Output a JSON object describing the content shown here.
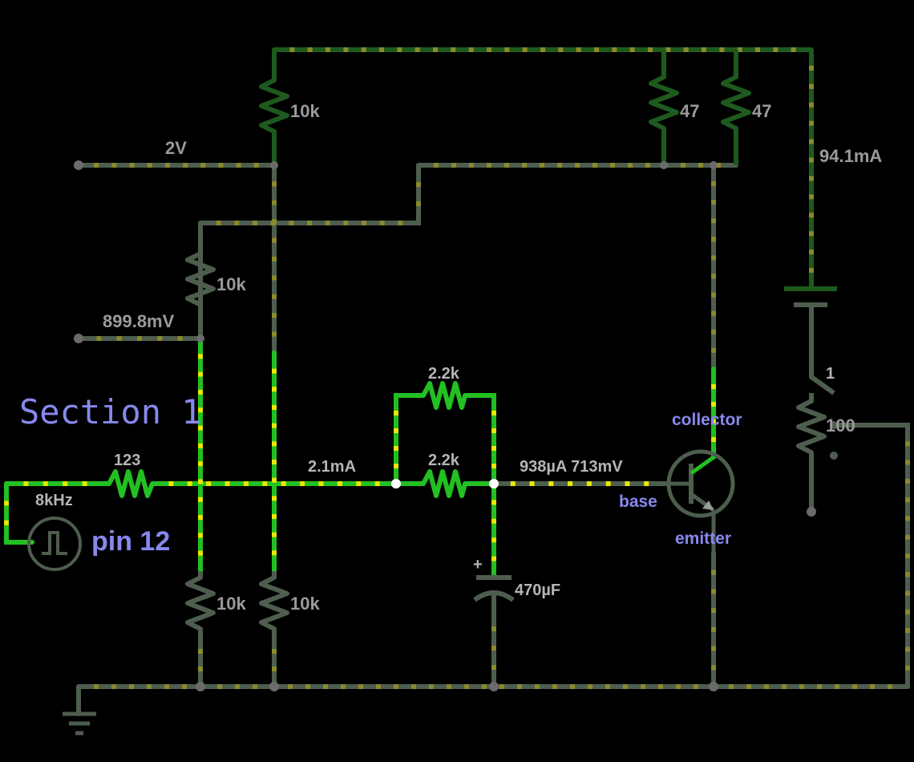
{
  "title": "Section 1",
  "pin_label": "pin 12",
  "source": {
    "frequency": "8kHz"
  },
  "components": {
    "r_top": "10k",
    "r_mid": "10k",
    "r_bot_left": "10k",
    "r_bot_right": "10k",
    "r_input": "123",
    "r_parallel_top": "2.2k",
    "r_parallel_bottom": "2.2k",
    "r_coll_a": "47",
    "r_coll_b": "47",
    "cap": "470µF",
    "cap_polarity": "+",
    "switch": "1",
    "r_switch": "100"
  },
  "readouts": {
    "node_2v": "2V",
    "node_mid": "899.8mV",
    "current_main": "2.1mA",
    "base_reading": "938µA 713mV",
    "current_supply": "94.1mA"
  },
  "transistor": {
    "collector": "collector",
    "base": "base",
    "emitter": "emitter"
  },
  "colors": {
    "background": "#000000",
    "wire_active": "#22c022",
    "wire_idle": "#4e5e4e",
    "current_dot": "#e8e800",
    "annotation": "#8888ee"
  }
}
